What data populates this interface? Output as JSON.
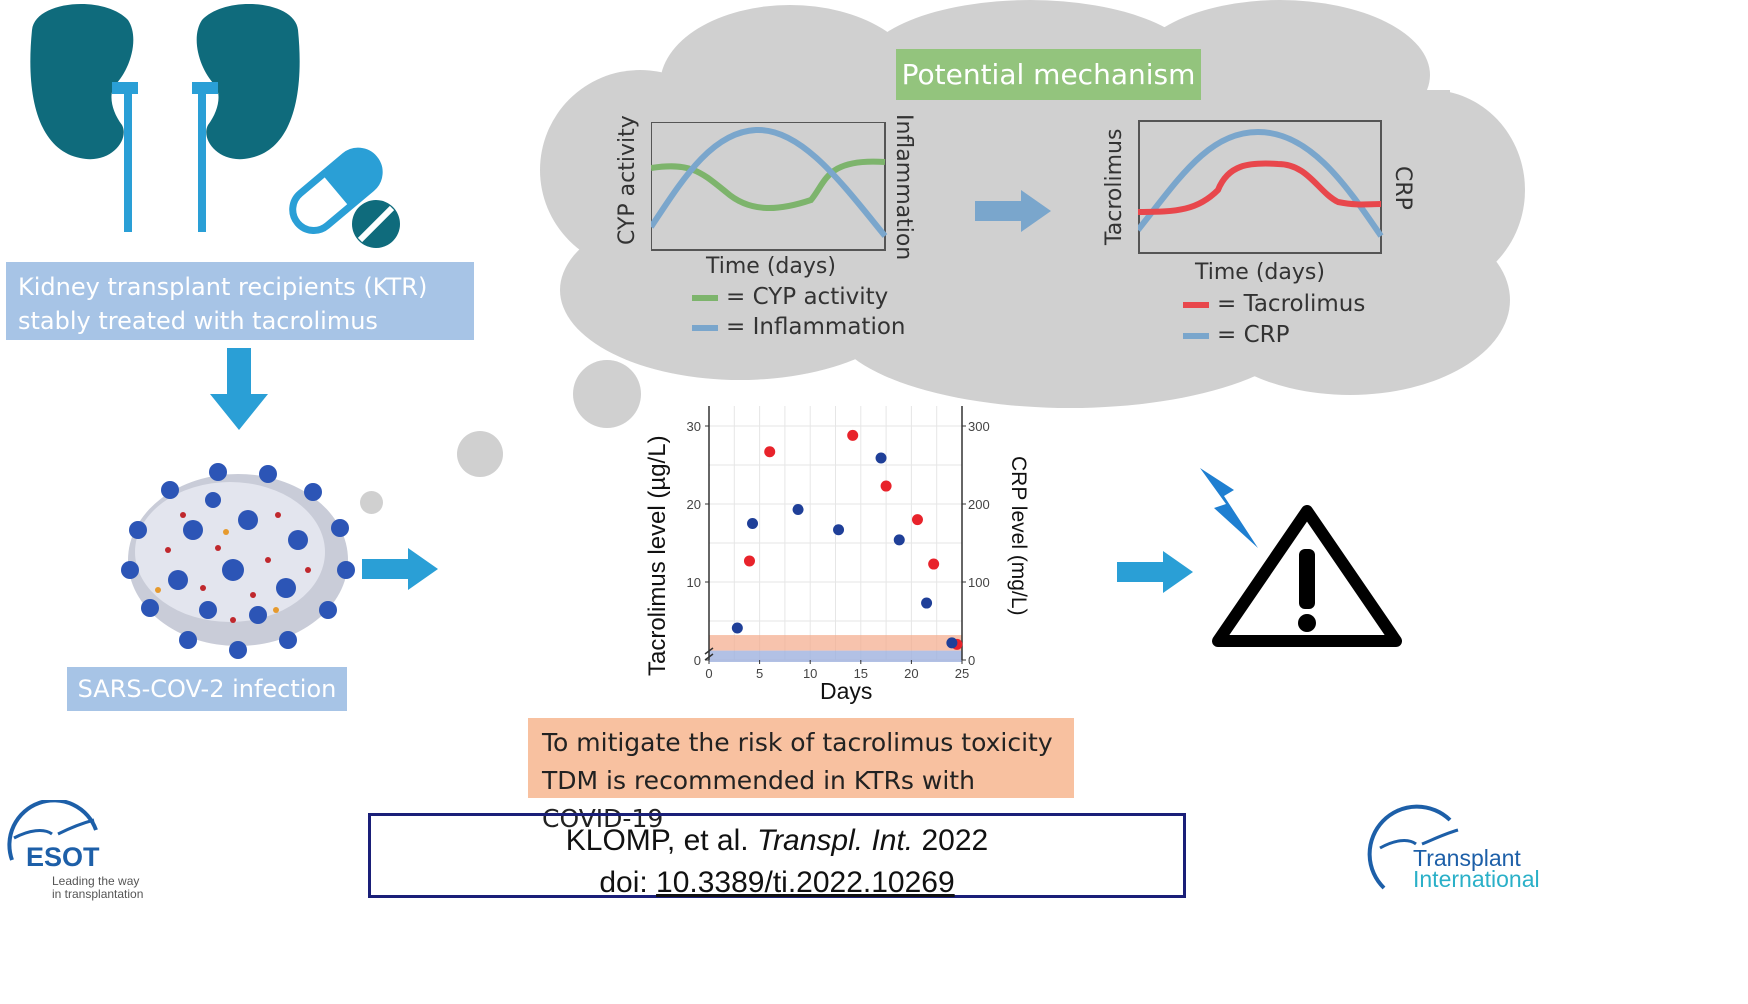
{
  "boxes": {
    "ktr_line1": "Kidney transplant recipients (KTR)",
    "ktr_line2": "stably treated with tacrolimus",
    "infection": "SARS-COV-2 infection",
    "mechanism_title": "Potential mechanism",
    "conclusion_line1": "To mitigate the risk of tacrolimus toxicity",
    "conclusion_line2": "TDM is recommended  in KTRs with COVID-19"
  },
  "citation": {
    "authors": "KLOMP, et al.",
    "journal": "Transpl. Int.",
    "year": "2022",
    "doi_prefix": "doi:",
    "doi": "10.3389/ti.2022.10269"
  },
  "mini_chart_left": {
    "ylabel_left": "CYP activity",
    "ylabel_right": "Inflammation",
    "xlabel": "Time (days)",
    "legend": [
      {
        "label": "= CYP activity",
        "color": "#7db46c"
      },
      {
        "label": "= Inflammation",
        "color": "#7aa6cc"
      }
    ]
  },
  "mini_chart_right": {
    "ylabel_left": "Tacrolimus",
    "ylabel_right": "CRP",
    "xlabel": "Time (days)",
    "legend": [
      {
        "label": "= Tacrolimus",
        "color": "#e8474c"
      },
      {
        "label": "= CRP",
        "color": "#7aa6cc"
      }
    ]
  },
  "chart_data": {
    "type": "scatter",
    "xlabel": "Days",
    "ylabel": "Tacrolimus level (µg/L)",
    "ylabel_right": "CRP level (mg/L)",
    "xlim": [
      0,
      25
    ],
    "ylim": [
      0,
      30
    ],
    "ylim_right": [
      0,
      300
    ],
    "x_ticks": [
      "0",
      "5",
      "10",
      "15",
      "20",
      "25"
    ],
    "y_ticks": [
      "0",
      "10",
      "20",
      "30"
    ],
    "y_ticks_right": [
      "0",
      "100",
      "200",
      "300"
    ],
    "series": [
      {
        "color": "#e8232b",
        "axis": "left",
        "points": [
          [
            4.0,
            12.7
          ],
          [
            6.0,
            26.7
          ],
          [
            14.2,
            28.8
          ],
          [
            17.5,
            22.3
          ],
          [
            20.6,
            18.0
          ],
          [
            22.2,
            12.3
          ],
          [
            24.5,
            2.0
          ]
        ]
      },
      {
        "color": "#1f3f98",
        "axis": "right",
        "points": [
          [
            2.8,
            41
          ],
          [
            4.3,
            175
          ],
          [
            8.8,
            193
          ],
          [
            12.8,
            167
          ],
          [
            17.0,
            259
          ],
          [
            18.8,
            154
          ],
          [
            21.5,
            73
          ],
          [
            24.0,
            22
          ]
        ]
      }
    ]
  },
  "logos": {
    "esot": "ESOT",
    "esot_tag1": "Leading the way",
    "esot_tag2": "in transplantation",
    "ti_line1": "Transplant",
    "ti_line2": "International"
  },
  "colors": {
    "kidney": "#0f6b7c",
    "ureter": "#2a9fd6",
    "arrow": "#2a9fd6",
    "cloud": "#d0d0d0"
  }
}
